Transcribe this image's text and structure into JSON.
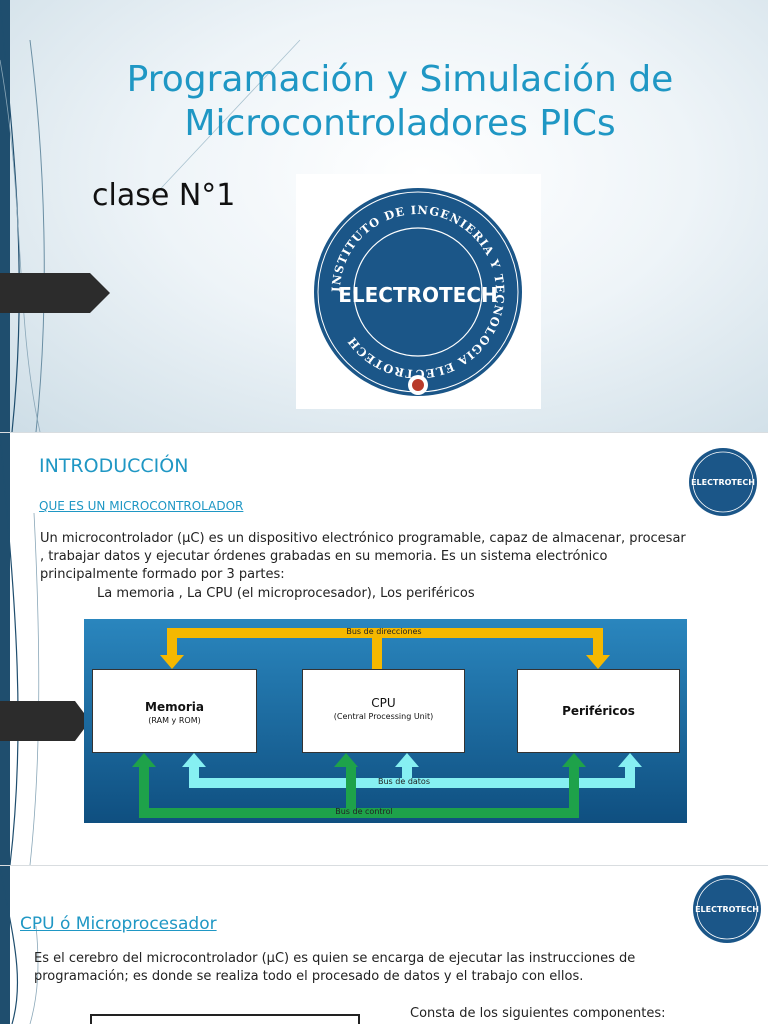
{
  "slide1": {
    "title_line1": "Programación y Simulación de",
    "title_line2": "Microcontroladores PICs",
    "subtitle": "clase N°1",
    "logo": {
      "name": "ELECTROTECH",
      "ring_text": "INSTITUTO DE INGENIERIA Y TECNOLOGIA ELECTROTECH"
    }
  },
  "slide2": {
    "title": "INTRODUCCIÓN",
    "subtitle": "QUE ES UN MICROCONTROLADOR",
    "paragraph": "Un microcontrolador (µC) es un dispositivo electrónico programable, capaz de almacenar, procesar , trabajar datos y ejecutar órdenes grabadas en su memoria. Es un sistema electrónico principalmente formado por 3 partes:",
    "parts_line": "La memoria , La CPU (el microprocesador), Los periféricos",
    "diagram": {
      "memoria_title": "Memoria",
      "memoria_sub": "(RAM y ROM)",
      "cpu_title": "CPU",
      "cpu_sub": "(Central Processing Unit)",
      "perifericos_title": "Periféricos",
      "bus_direcciones": "Bus de direcciones",
      "bus_datos": "Bus de datos",
      "bus_control": "Bus de control"
    }
  },
  "slide3": {
    "title": "CPU ó Microprocesador",
    "paragraph": "Es el cerebro del microcontrolador (µC) es quien se encarga de ejecutar las instrucciones de programación; es donde se realiza todo el procesado de datos y el trabajo con ellos.",
    "components_intro": "Consta de los siguientes componentes:"
  },
  "colors": {
    "accent": "#1f97c4",
    "logo_blue": "#1b5688",
    "bus_address": "#f5b800",
    "bus_data": "#86f0f2",
    "bus_control": "#1ea24a",
    "diagram_bg": "#1c6fa5"
  }
}
